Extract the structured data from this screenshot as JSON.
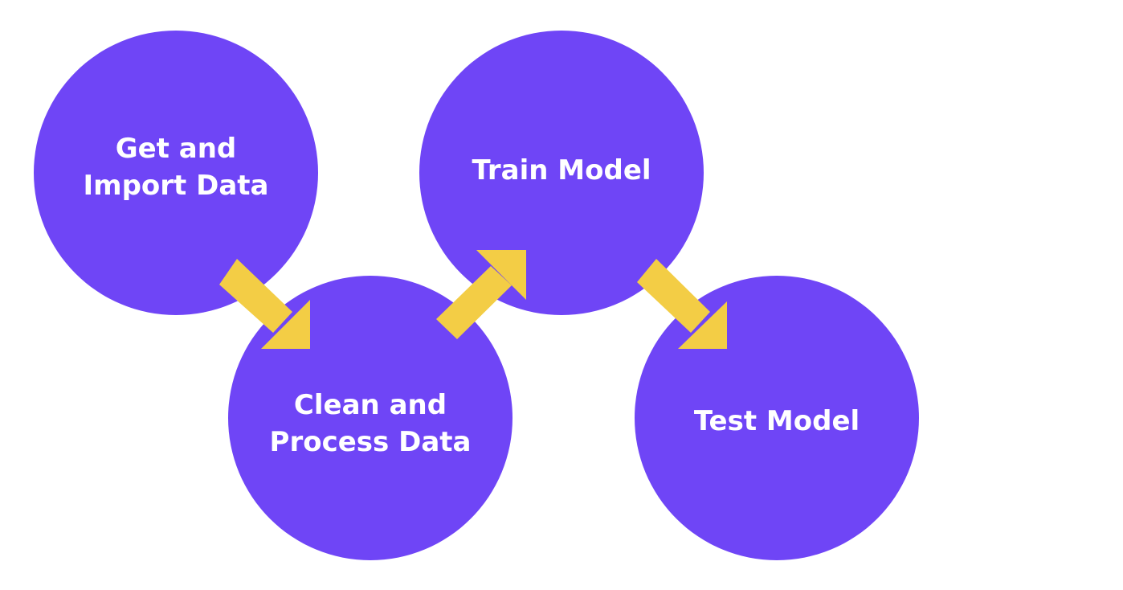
{
  "colors": {
    "node_fill": "#6f45f6",
    "node_text": "#ffffff",
    "arrow": "#f3cd45",
    "background": "#ffffff"
  },
  "steps": [
    {
      "label": "Get and\nImport Data"
    },
    {
      "label": "Clean and\nProcess Data"
    },
    {
      "label": "Train Model"
    },
    {
      "label": "Test Model"
    }
  ],
  "connectors": [
    {
      "from": "Get and Import Data",
      "to": "Clean and Process Data",
      "icon": "arrow-down-right-icon"
    },
    {
      "from": "Clean and Process Data",
      "to": "Train Model",
      "icon": "arrow-up-right-icon"
    },
    {
      "from": "Train Model",
      "to": "Test Model",
      "icon": "arrow-down-right-icon"
    }
  ]
}
